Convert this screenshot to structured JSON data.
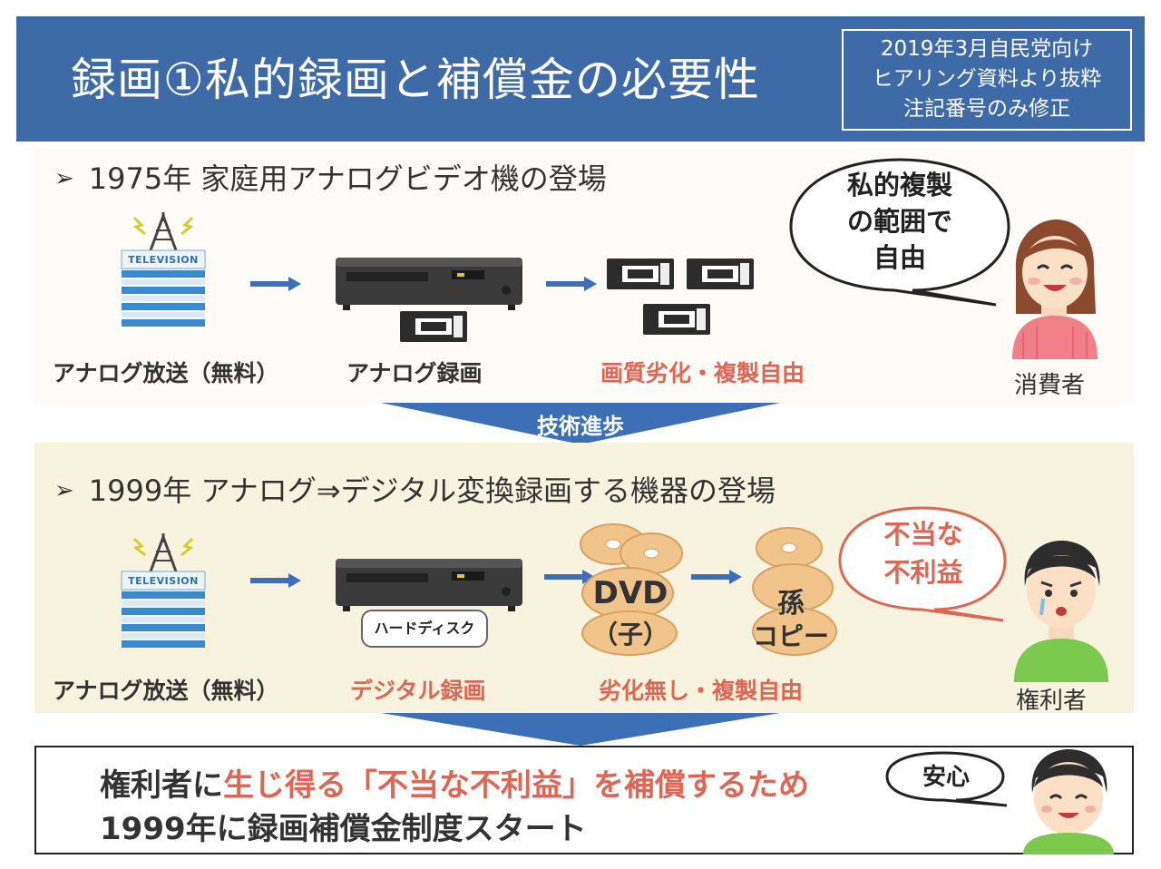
{
  "header": {
    "title": "録画①私的録画と補償金の必要性",
    "source_lines": [
      "2019年3月自民党向け",
      "ヒアリング資料より抜粋",
      "注記番号のみ修正"
    ]
  },
  "section1": {
    "heading": "1975年 家庭用アナログビデオ機の登場",
    "tower_text": "TELEVISION",
    "label_broadcast": "アナログ放送（無料）",
    "label_recording": "アナログ録画",
    "label_result": "画質劣化・複製自由",
    "bubble": [
      "私的複製",
      "の範囲で",
      "自由"
    ],
    "person_label": "消費者"
  },
  "transition": {
    "label": "技術進歩"
  },
  "section2": {
    "heading": "1999年 アナログ⇒デジタル変換録画する機器の登場",
    "tower_text": "TELEVISION",
    "hdd_label": "ハードディスク",
    "disc1_line1": "DVD",
    "disc1_line2": "（子）",
    "disc2_line1": "孫",
    "disc2_line2": "コピー",
    "label_broadcast": "アナログ放送（無料）",
    "label_recording": "デジタル録画",
    "label_result": "劣化無し・複製自由",
    "bubble": [
      "不当な",
      "不利益"
    ],
    "person_label": "権利者"
  },
  "conclusion": {
    "line1_a": "権利者に",
    "line1_b": "生じ得る「不当な不利益」を補償するため",
    "line2": "1999年に録画補償金制度スタート",
    "bubble": "安心"
  },
  "colors": {
    "header_bg": "#3f6aa8",
    "accent_red": "#e06654",
    "arrow_blue": "#3d6fb6",
    "disc_orange": "#f0c48a"
  }
}
